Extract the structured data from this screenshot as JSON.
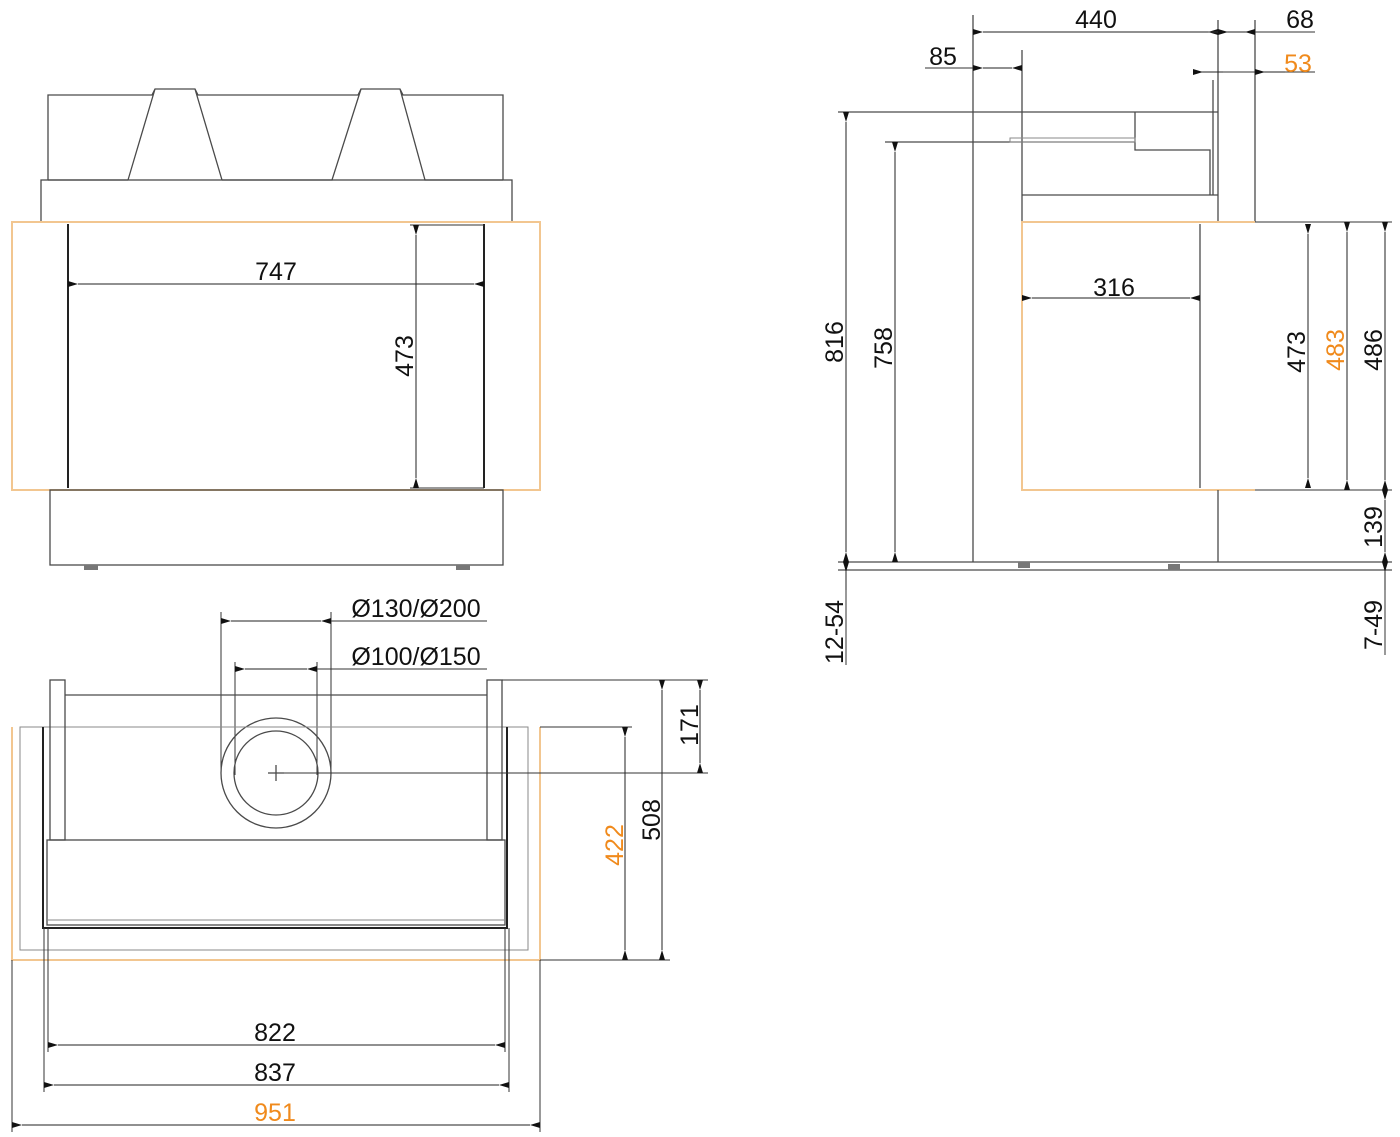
{
  "colors": {
    "line": "#4a4a4a",
    "frame": "#f2c690",
    "highlight": "#f08a1c"
  },
  "front_view": {
    "width_747": "747",
    "height_473": "473"
  },
  "side_view": {
    "d_440": "440",
    "d_68": "68",
    "d_85": "85",
    "d_53": "53",
    "d_816": "816",
    "d_758": "758",
    "d_316": "316",
    "d_473": "473",
    "d_483": "483",
    "d_486": "486",
    "d_139": "139",
    "d_12_54": "12-54",
    "d_7_49": "7-49"
  },
  "top_view": {
    "flue_outer": "Ø130/Ø200",
    "flue_inner": "Ø100/Ø150",
    "d_171": "171",
    "d_508": "508",
    "d_422": "422",
    "d_822": "822",
    "d_837": "837",
    "d_951": "951"
  }
}
